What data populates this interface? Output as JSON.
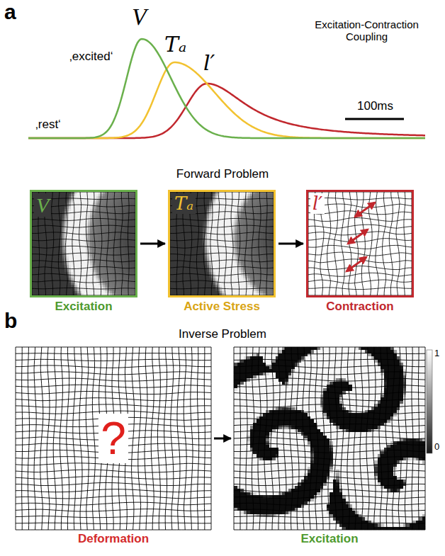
{
  "diagram": {
    "nodes": [
      {
        "text": [
          "V",
          "Excitation"
        ]
      },
      {
        "text": [
          "Tₐ",
          "Active Stress"
        ]
      },
      {
        "text": [
          "l′",
          "Contraction"
        ]
      },
      {
        "text": [
          "?",
          "Deformation"
        ]
      },
      {
        "text": [
          "Excitation"
        ]
      }
    ],
    "edges": [
      {
        "from": 0,
        "to": 1,
        "arrow": "to"
      },
      {
        "from": 1,
        "to": 2,
        "arrow": "to"
      },
      {
        "from": 3,
        "to": 4,
        "arrow": "to"
      }
    ],
    "labels": [
      "a",
      "V",
      "Tₐ",
      "l′",
      "‚excited‘",
      "‚rest‘",
      "Excitation-Contraction Coupling",
      "100ms",
      "Forward Problem",
      "b",
      "Inverse Problem",
      "1",
      "0"
    ]
  }
}
